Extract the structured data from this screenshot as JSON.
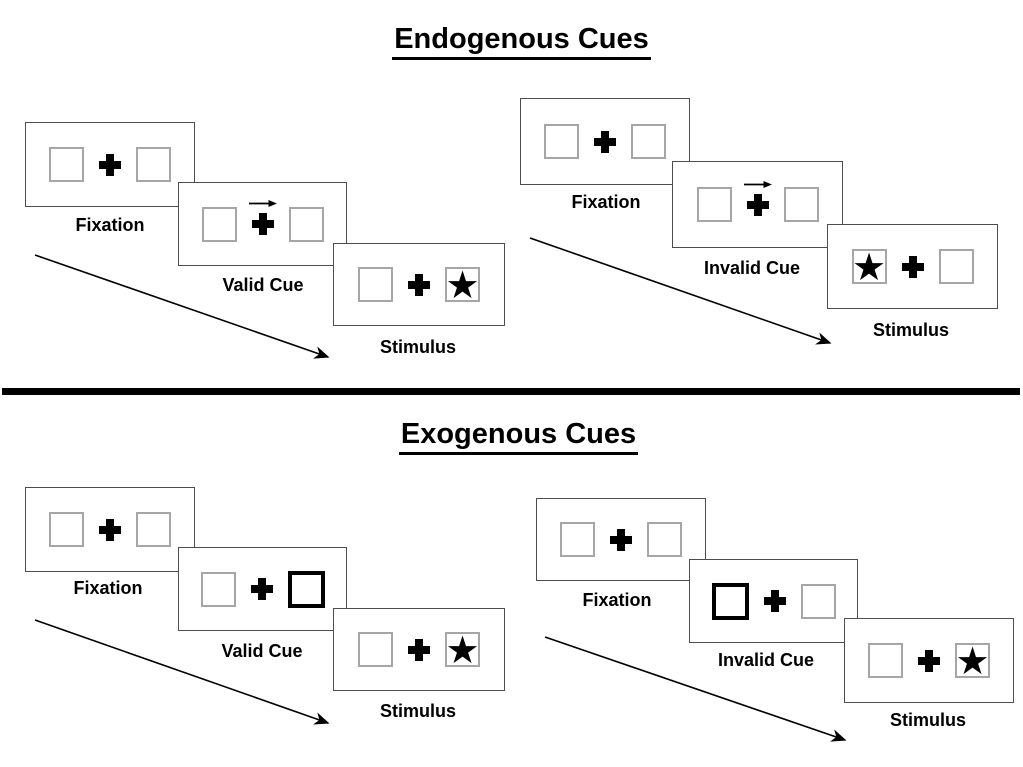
{
  "figure": {
    "description_type": "attention-cueing-paradigm-figure"
  },
  "glyphs": {
    "star": "★"
  },
  "colors": {
    "background": "#ffffff",
    "card_border": "#4d4d4d",
    "box_border": "#a6a6a6",
    "highlight_box_border": "#000000",
    "ink": "#000000",
    "divider": "#000000"
  },
  "sections": [
    {
      "title": "Endogenous Cues",
      "sequences": [
        {
          "name": "endogenous-valid",
          "cards": [
            {
              "label": "Fixation",
              "type": "fixation",
              "left_box": "empty",
              "right_box": "empty"
            },
            {
              "label": "Valid Cue",
              "type": "central-arrow-cue",
              "cue": "arrow-pointing-right",
              "left_box": "empty",
              "right_box": "empty"
            },
            {
              "label": "Stimulus",
              "type": "stimulus",
              "left_box": "empty",
              "right_box": "star"
            }
          ]
        },
        {
          "name": "endogenous-invalid",
          "cards": [
            {
              "label": "Fixation",
              "type": "fixation",
              "left_box": "empty",
              "right_box": "empty"
            },
            {
              "label": "Invalid Cue",
              "type": "central-arrow-cue",
              "cue": "arrow-pointing-right",
              "left_box": "empty",
              "right_box": "empty"
            },
            {
              "label": "Stimulus",
              "type": "stimulus",
              "left_box": "star",
              "right_box": "empty"
            }
          ]
        }
      ]
    },
    {
      "title": "Exogenous Cues",
      "sequences": [
        {
          "name": "exogenous-valid",
          "cards": [
            {
              "label": "Fixation",
              "type": "fixation",
              "left_box": "empty",
              "right_box": "empty"
            },
            {
              "label": "Valid Cue",
              "type": "peripheral-box-cue",
              "cue": "highlighted-box-right",
              "left_box": "empty",
              "right_box": "highlighted"
            },
            {
              "label": "Stimulus",
              "type": "stimulus",
              "left_box": "empty",
              "right_box": "star"
            }
          ]
        },
        {
          "name": "exogenous-invalid",
          "cards": [
            {
              "label": "Fixation",
              "type": "fixation",
              "left_box": "empty",
              "right_box": "empty"
            },
            {
              "label": "Invalid Cue",
              "type": "peripheral-box-cue",
              "cue": "highlighted-box-left",
              "left_box": "highlighted",
              "right_box": "empty"
            },
            {
              "label": "Stimulus",
              "type": "stimulus",
              "left_box": "empty",
              "right_box": "star"
            }
          ]
        }
      ]
    }
  ]
}
